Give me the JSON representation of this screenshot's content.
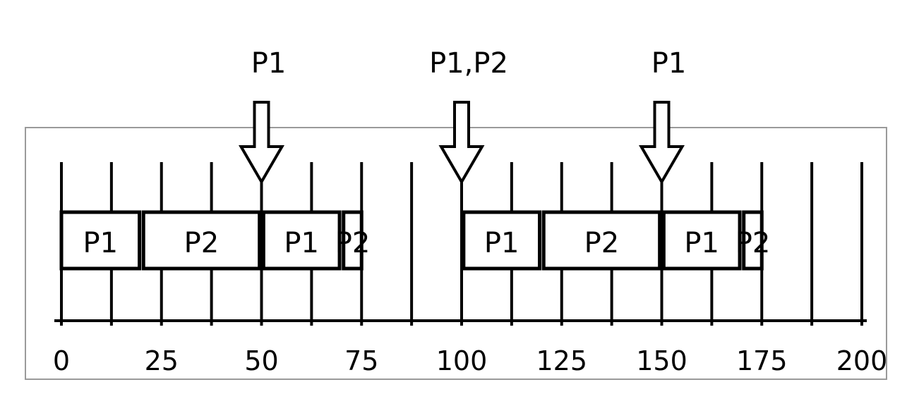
{
  "timeline": {
    "axis_start": 0,
    "axis_end": 200,
    "tick_step": 12.5,
    "axis_labels": [
      "0",
      "25",
      "50",
      "75",
      "100",
      "125",
      "150",
      "175",
      "200"
    ]
  },
  "blocks": [
    {
      "label": "P1",
      "start": 0,
      "end": 19.5
    },
    {
      "label": "P2",
      "start": 20.5,
      "end": 49.5
    },
    {
      "label": "P1",
      "start": 50.5,
      "end": 69.5
    },
    {
      "label": "P2",
      "start": 70.5,
      "end": 75
    },
    {
      "label": "P1",
      "start": 100.5,
      "end": 119.5
    },
    {
      "label": "P2",
      "start": 120.5,
      "end": 149.5
    },
    {
      "label": "P1",
      "start": 150.5,
      "end": 169.5
    },
    {
      "label": "P2",
      "start": 170.5,
      "end": 175
    }
  ],
  "arrivals": [
    {
      "time": 50,
      "label": "P1"
    },
    {
      "time": 100,
      "label": "P1,P2"
    },
    {
      "time": 150,
      "label": "P1"
    }
  ],
  "colors": {
    "stroke": "#000000",
    "frame": "#9a9a9a",
    "fill": "#ffffff"
  }
}
